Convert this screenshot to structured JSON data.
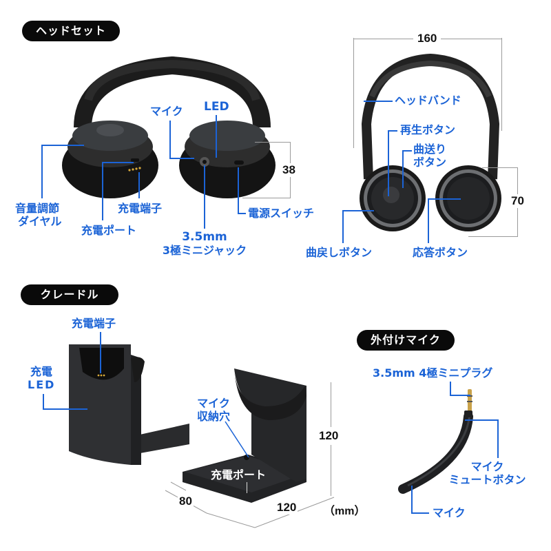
{
  "sections": {
    "headset": "ヘッドセット",
    "cradle": "クレードル",
    "external_mic": "外付けマイク"
  },
  "headset_side": {
    "labels": {
      "volume_dial_line1": "音量調節",
      "volume_dial_line2": "ダイヤル",
      "charge_terminal": "充電端子",
      "charge_port": "充電ポート",
      "mic": "マイク",
      "led": "LED",
      "jack_line1": "3.5mm",
      "jack_line2": "3極ミニジャック",
      "power_switch": "電源スイッチ"
    },
    "dimension_height": "38"
  },
  "headset_front": {
    "labels": {
      "headband": "ヘッドバンド",
      "play_button": "再生ボタン",
      "next_line1": "曲送り",
      "next_line2": "ボタン",
      "prev_button": "曲戻しボタン",
      "answer_button": "応答ボタン"
    },
    "dimension_width": "160",
    "dimension_height": "70"
  },
  "cradle": {
    "labels": {
      "charge_terminal": "充電端子",
      "charge_led_line1": "充電",
      "charge_led_line2": "LED",
      "mic_hole_line1": "マイク",
      "mic_hole_line2": "収納穴",
      "charge_port": "充電ポート"
    },
    "dimension_height": "120",
    "dimension_depth": "80",
    "dimension_width": "120",
    "unit": "（mm）"
  },
  "external_mic": {
    "labels": {
      "plug": "3.5mm 4極ミニプラグ",
      "mute_line1": "マイク",
      "mute_line2": "ミュートボタン",
      "mic": "マイク"
    }
  },
  "colors": {
    "label_blue": "#1b63d6",
    "pill_bg": "#0a0a0a",
    "dimension_line": "#9a9a9a"
  }
}
